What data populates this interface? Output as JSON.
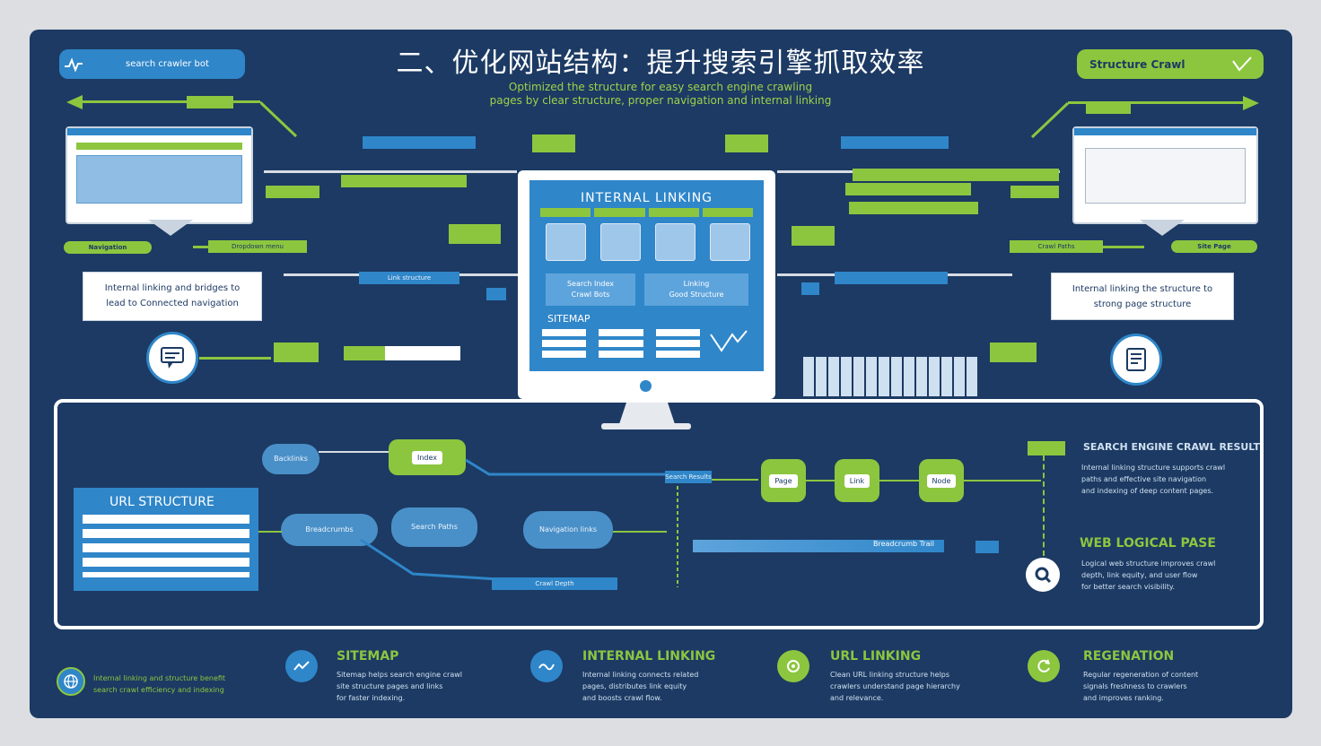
{
  "title": "二、优化网站结构：提升搜索引擎抓取效率",
  "subtitle_lines": [
    "Optimized the structure for easy search engine crawling",
    "pages by clear structure, proper navigation and internal linking"
  ],
  "header_left_pill": "search crawler bot",
  "header_right_pill": "Structure Crawl",
  "monitor": {
    "heading": "INTERNAL LINKING",
    "box1": [
      "Search Index",
      "Crawl Bots"
    ],
    "box2": [
      "Linking",
      "Good Structure"
    ],
    "screen_label": "SITEMAP"
  },
  "left_note": [
    "Internal linking and bridges to",
    "lead to Connected navigation"
  ],
  "right_note": [
    "Internal linking the structure to",
    "strong page structure"
  ],
  "left_labels": [
    "Navigation",
    "Dropdown menu",
    "Link structure"
  ],
  "right_labels": [
    "Crawl Paths",
    "Site Page"
  ],
  "url_structure": "URL STRUCTURE",
  "clouds": [
    "Backlinks",
    "Breadcrumbs",
    "Search Paths",
    "Navigation links"
  ],
  "green_nodes": [
    "Index",
    "Page",
    "Link",
    "Node"
  ],
  "flow_labels": [
    "Search Results",
    "Breadcrumb Trail",
    "Crawl Depth"
  ],
  "right_sections": [
    {
      "title": "SEARCH ENGINE CRAWL RESULT",
      "body": [
        "Internal linking structure supports crawl",
        "paths and effective site navigation",
        "and indexing of deep content pages."
      ]
    },
    {
      "title": "WEB LOGICAL PASE",
      "body": [
        "Logical web structure improves crawl",
        "depth, link equity, and user flow",
        "for better search visibility."
      ]
    }
  ],
  "footer_intro": [
    "Internal linking and structure benefit",
    "search crawl efficiency and indexing"
  ],
  "footer": [
    {
      "title": "SITEMAP",
      "body": [
        "Sitemap helps search engine crawl",
        "site structure pages and links",
        "for faster indexing."
      ]
    },
    {
      "title": "INTERNAL LINKING",
      "body": [
        "Internal linking connects related",
        "pages, distributes link equity",
        "and boosts crawl flow."
      ]
    },
    {
      "title": "URL LINKING",
      "body": [
        "Clean URL linking structure helps",
        "crawlers understand page hierarchy",
        "and relevance."
      ]
    },
    {
      "title": "REGENATION",
      "body": [
        "Regular regeneration of content",
        "signals freshness to crawlers",
        "and improves ranking."
      ]
    }
  ],
  "colors": {
    "background": "#1c3a63",
    "accent_green": "#8cc63f",
    "accent_blue": "#2f86c9",
    "page": "#dcdee2"
  }
}
